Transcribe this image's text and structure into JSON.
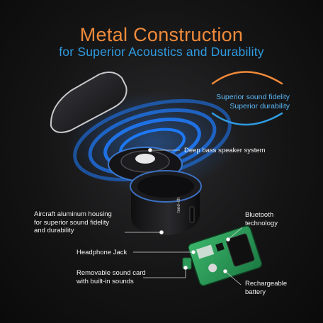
{
  "heading": {
    "title": "Metal Construction",
    "subtitle": "for Superior Acoustics and Durability"
  },
  "badge": {
    "line1": "Superior sound fidelity",
    "line2": "Superior durability"
  },
  "callouts": {
    "bass": "Deep bass speaker system",
    "housing": [
      "Aircraft aluminum housing",
      "for superior sound fidelity",
      "and durability"
    ],
    "headphone": "Headphone Jack",
    "soundcard": [
      "Removable sound card",
      "with built-in sounds"
    ],
    "bluetooth": [
      "Bluetooth",
      "technology"
    ],
    "battery": [
      "Rechargeable",
      "battery"
    ]
  },
  "product": {
    "brand_mark": "tend~ith"
  },
  "colors": {
    "title": "#f08a3a",
    "subtitle": "#2f9be0",
    "badge_ring_orange": "#f08a3a",
    "badge_ring_blue": "#2f9be0",
    "sound_waves": "#1e7cff"
  }
}
